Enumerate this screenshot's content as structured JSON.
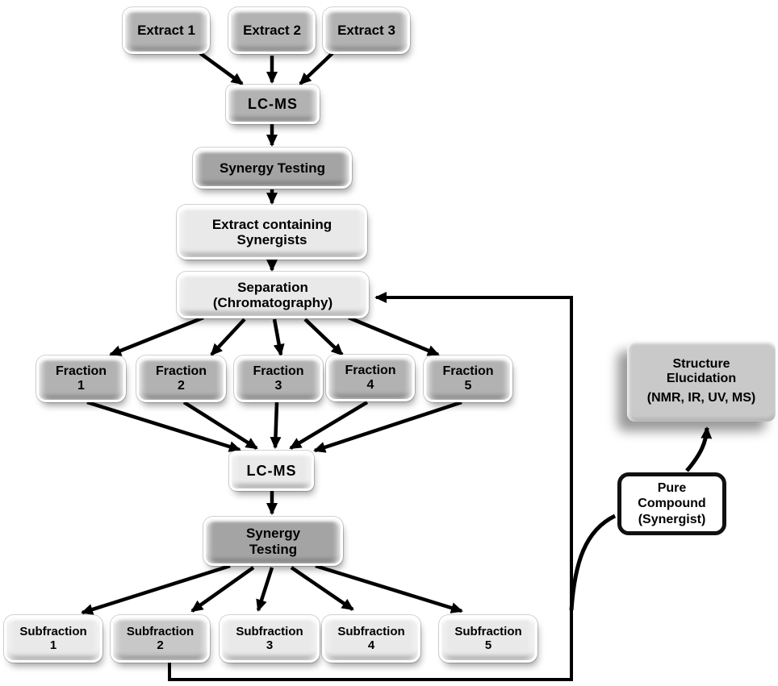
{
  "flowchart": {
    "colors": {
      "background": "#ffffff",
      "arrow": "#000000",
      "text": "#000000",
      "box_gray": "#b2b2b2",
      "box_dark_gray": "#a4a4a4",
      "box_light": "#e9e9e9",
      "box_sub2_gray": "#c8c8c8",
      "box_structure_gray": "#c9c9c9",
      "pure_compound_bg": "#ffffff",
      "pure_compound_border": "#111111"
    },
    "extracts": [
      {
        "label": "Extract 1"
      },
      {
        "label": "Extract 2"
      },
      {
        "label": "Extract 3"
      }
    ],
    "lcms_top": {
      "label": "LC-MS"
    },
    "synergy_top": {
      "label": "Synergy Testing"
    },
    "extract_synergists": {
      "line1": "Extract containing",
      "line2": "Synergists"
    },
    "separation": {
      "line1": "Separation",
      "line2": "(Chromatography)"
    },
    "fractions": [
      {
        "name": "Fraction",
        "number": "1"
      },
      {
        "name": "Fraction",
        "number": "2"
      },
      {
        "name": "Fraction",
        "number": "3"
      },
      {
        "name": "Fraction",
        "number": "4"
      },
      {
        "name": "Fraction",
        "number": "5"
      }
    ],
    "lcms_bottom": {
      "label": "LC-MS"
    },
    "synergy_bottom": {
      "line1": "Synergy",
      "line2": "Testing"
    },
    "subfractions": [
      {
        "name": "Subfraction",
        "number": "1"
      },
      {
        "name": "Subfraction",
        "number": "2"
      },
      {
        "name": "Subfraction",
        "number": "3"
      },
      {
        "name": "Subfraction",
        "number": "4"
      },
      {
        "name": "Subfraction",
        "number": "5"
      }
    ],
    "structure_elucidation": {
      "line1": "Structure",
      "line2": "Elucidation",
      "line3": "(NMR, IR, UV, MS)"
    },
    "pure_compound": {
      "line1": "Pure",
      "line2": "Compound",
      "line3": "(Synergist)"
    }
  }
}
